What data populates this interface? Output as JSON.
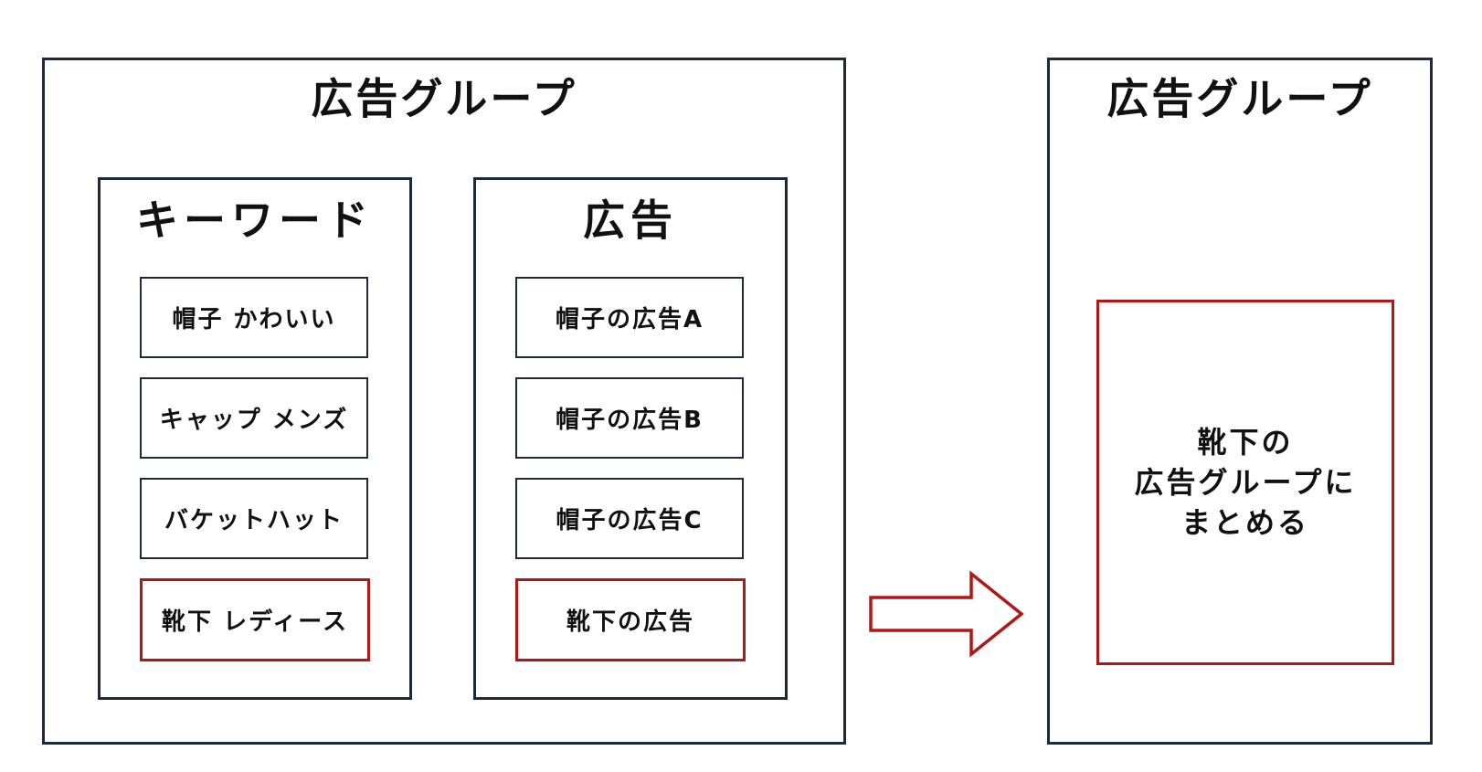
{
  "colors": {
    "border": "#1c2a3a",
    "highlight": "#b01818",
    "background": "#ffffff"
  },
  "left_group": {
    "title": "広告グループ",
    "keywords_panel": {
      "title": "キーワード",
      "items": [
        "帽子 かわいい",
        "キャップ メンズ",
        "バケットハット",
        "靴下 レディース"
      ],
      "highlighted_item": "靴下 レディース"
    },
    "ads_panel": {
      "title": "広告",
      "items": [
        "帽子の広告A",
        "帽子の広告B",
        "帽子の広告C",
        "靴下の広告"
      ],
      "highlighted_item": "靴下の広告"
    }
  },
  "arrow": {
    "icon": "right-arrow-icon",
    "color": "#b01818"
  },
  "right_group": {
    "title": "広告グループ",
    "merge_box": {
      "lines": [
        "靴下の",
        "広告グループに",
        "まとめる"
      ]
    }
  }
}
